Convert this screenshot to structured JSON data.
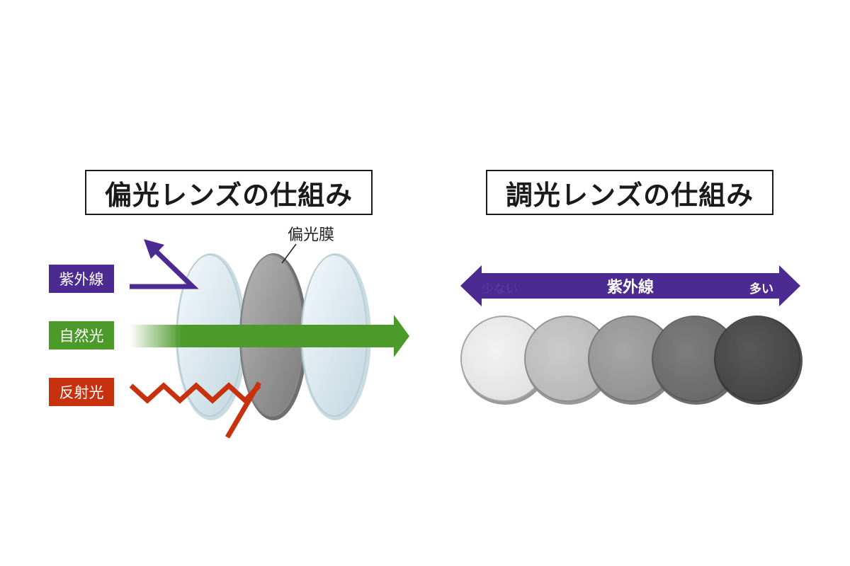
{
  "left_panel": {
    "title": "偏光レンズの仕組み",
    "film_label": "偏光膜",
    "tags": {
      "uv": "紫外線",
      "natural": "自然光",
      "reflected": "反射光"
    }
  },
  "right_panel": {
    "title": "調光レンズの仕組み",
    "scale": {
      "label": "紫外線",
      "low": "少ない",
      "high": "多い"
    }
  },
  "colors": {
    "uv": "#4b2a91",
    "natural": "#4c9a2a",
    "reflected": "#c8310e"
  }
}
